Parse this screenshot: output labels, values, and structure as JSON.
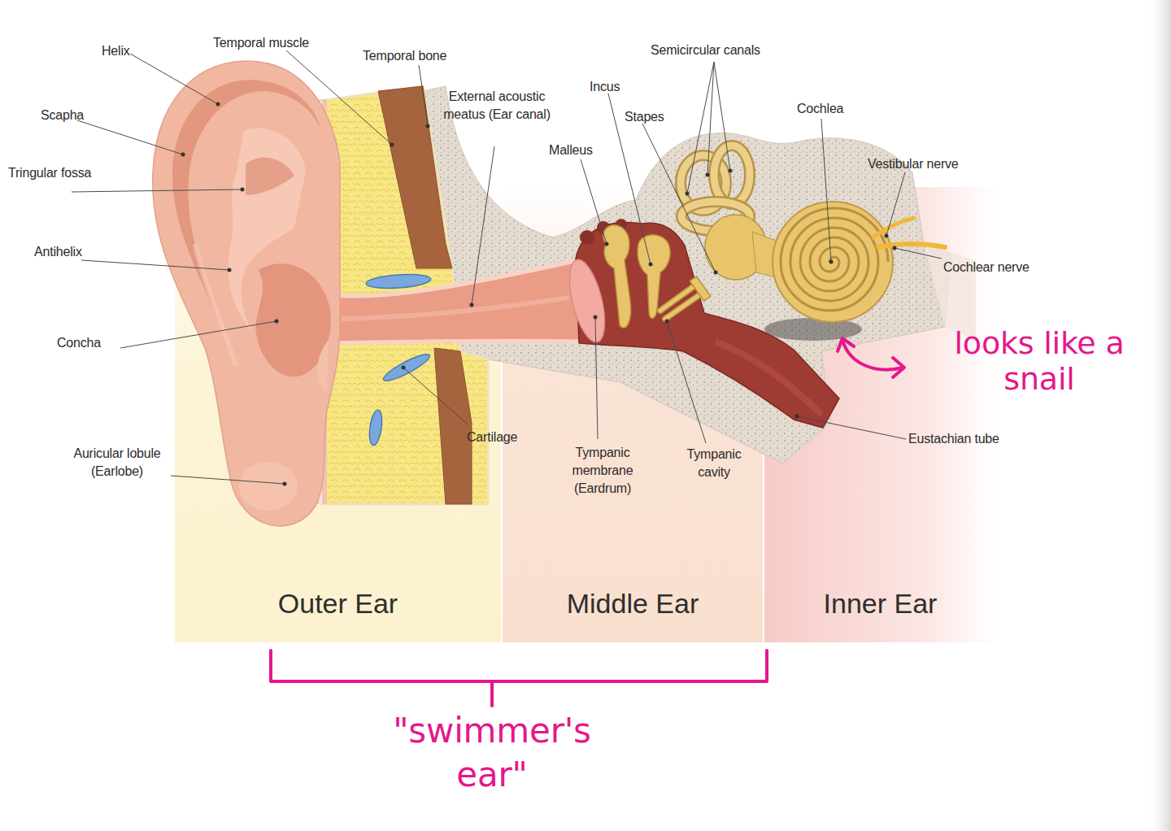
{
  "diagram": {
    "nodes": [
      {
        "text": [
          "Outer Ear"
        ]
      },
      {
        "text": [
          "Middle Ear"
        ]
      },
      {
        "text": [
          "Inner Ear"
        ]
      }
    ],
    "labels": [
      "Helix",
      "Temporal muscle",
      "Temporal bone",
      "External acoustic meatus (Ear canal)",
      "Incus",
      "Malleus",
      "Stapes",
      "Semicircular canals",
      "Cochlea",
      "Vestibular nerve",
      "Cochlear nerve",
      "Scapha",
      "Tringular fossa",
      "Antihelix",
      "Concha",
      "Auricular lobule (Earlobe)",
      "Cartilage",
      "Tympanic membrane (Eardrum)",
      "Tympanic cavity",
      "Eustachian tube",
      "looks like a snail",
      "\"swimmer's ear\""
    ]
  }
}
